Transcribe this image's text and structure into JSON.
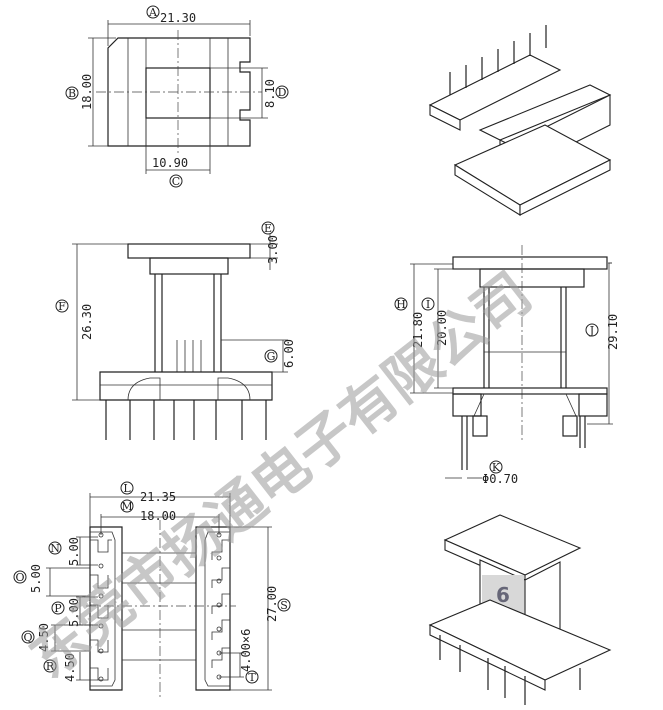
{
  "top_view": {
    "A": {
      "label": "A",
      "value": "21.30"
    },
    "B": {
      "label": "B",
      "value": "18.00"
    },
    "C": {
      "label": "C",
      "value": "10.90"
    },
    "D": {
      "label": "D",
      "value": "8.10"
    }
  },
  "side_view": {
    "E": {
      "label": "E",
      "value": "3.00"
    },
    "F": {
      "label": "F",
      "value": "26.30"
    },
    "G": {
      "label": "G",
      "value": "6.00"
    }
  },
  "front_view": {
    "H": {
      "label": "H",
      "value": "21.80"
    },
    "I": {
      "label": "I",
      "value": "20.00"
    },
    "J": {
      "label": "J",
      "value": "29.10"
    },
    "K": {
      "label": "K",
      "value": "Φ0.70"
    }
  },
  "bottom_view": {
    "L": {
      "label": "L",
      "value": "21.35"
    },
    "M": {
      "label": "M",
      "value": "18.00"
    },
    "N": {
      "label": "N",
      "value": "5.00"
    },
    "O": {
      "label": "O",
      "value": "5.00"
    },
    "P": {
      "label": "P",
      "value": "5.00"
    },
    "Q": {
      "label": "Q",
      "value": "4.50"
    },
    "R": {
      "label": "R",
      "value": "4.50"
    },
    "S": {
      "label": "S",
      "value": "27.00"
    },
    "T": {
      "label": "T",
      "value": "4.00×6"
    }
  },
  "iso_view": {
    "badge": "6"
  },
  "watermark": "东莞市扬通电子有限公司"
}
